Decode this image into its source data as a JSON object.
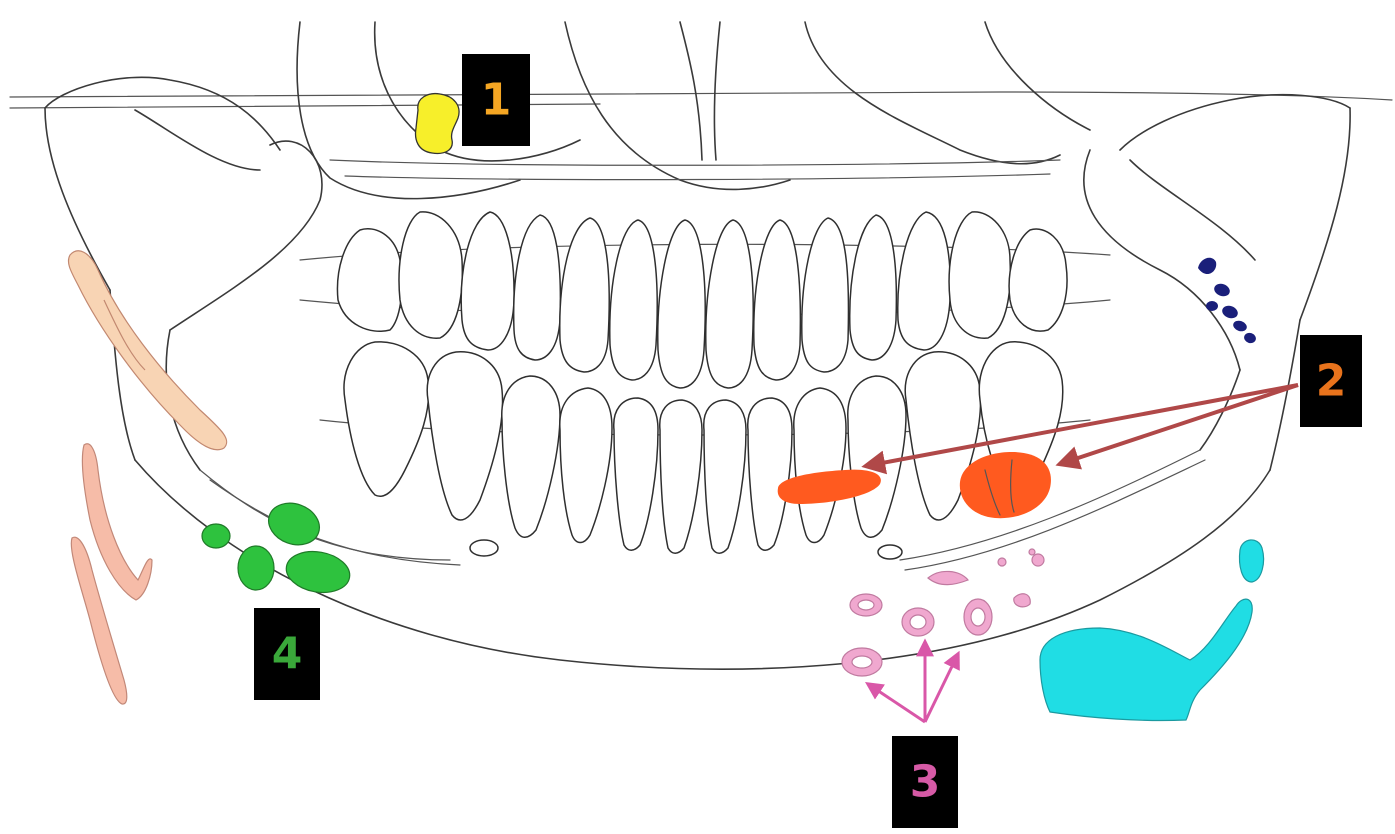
{
  "labels": [
    {
      "id": "1",
      "text": "1",
      "color": "#f5a623"
    },
    {
      "id": "2",
      "text": "2",
      "color": "#e8731c"
    },
    {
      "id": "3",
      "text": "3",
      "color": "#d65aa6"
    },
    {
      "id": "4",
      "text": "4",
      "color": "#3aa83a"
    }
  ],
  "colors": {
    "yellow_lesion": "#f7ef2a",
    "orange_lesion": "#ff5a1f",
    "pink_rings": "#f0a8cf",
    "pink_arrow": "#d957a8",
    "dark_red_arrow": "#b04848",
    "green_nodes": "#2ec23e",
    "peach_stylo": "#f8d4b4",
    "salmon_stylo": "#f6bca8",
    "cyan_lesion": "#20dde4",
    "navy_dots": "#1a1f7a"
  }
}
